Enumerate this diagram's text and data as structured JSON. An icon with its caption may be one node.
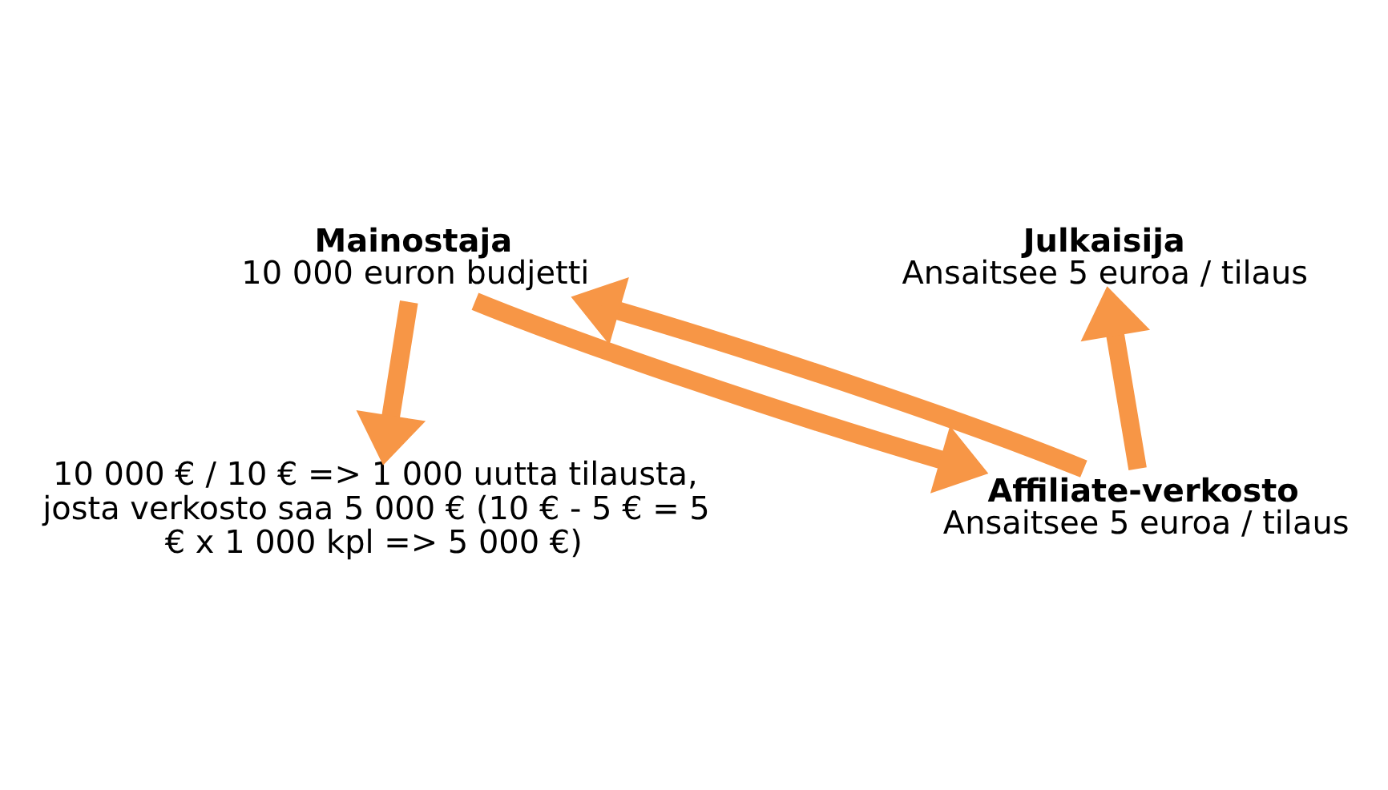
{
  "diagram": {
    "nodes": [
      {
        "text": [
          "Mainostaja",
          "10 000 euron budjetti"
        ]
      },
      {
        "text": [
          "Julkaisija",
          "Ansaitsee 5 euroa / tilaus"
        ]
      },
      {
        "text": [
          "Affiliate-verkosto",
          "Ansaitsee 5 euroa / tilaus"
        ]
      },
      {
        "text": [
          "10 000 € / 10 € => 1 000 uutta tilausta, josta verkosto saa 5 000 € (10 € - 5 € = 5 € x 1 000 kpl => 5 000 €)"
        ]
      }
    ],
    "edges": [
      {
        "from": 0,
        "to": 3,
        "arrow": "to"
      },
      {
        "from": 0,
        "to": 2,
        "arrow": "to"
      },
      {
        "from": 2,
        "to": 0,
        "arrow": "to"
      },
      {
        "from": 2,
        "to": 1,
        "arrow": "to"
      }
    ]
  }
}
